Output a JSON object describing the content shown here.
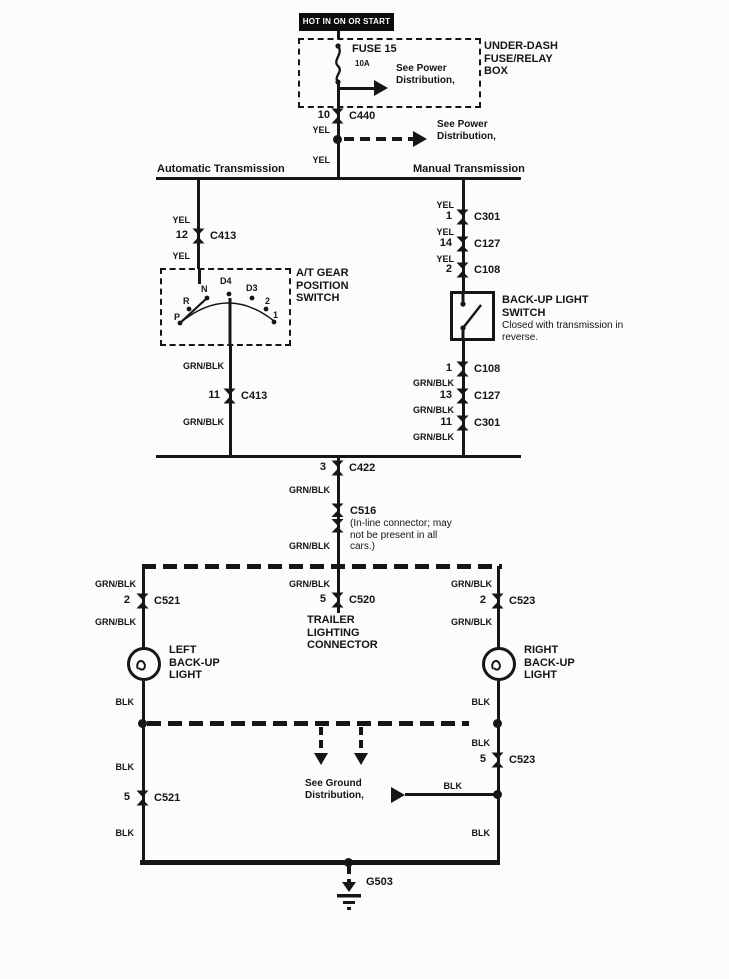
{
  "banner": {
    "text": "HOT IN ON OR START"
  },
  "fuse": {
    "name": "FUSE 15",
    "rating": "10A",
    "box_label": "UNDER-DASH FUSE/RELAY BOX"
  },
  "notes": {
    "see_power": "See Power Distribution,",
    "see_ground": "See Ground Distribution,"
  },
  "sections": {
    "left_title": "Automatic Transmission",
    "right_title": "Manual Transmission"
  },
  "wire_colors": {
    "yel": "YEL",
    "grn_blk": "GRN/BLK",
    "blk": "BLK"
  },
  "connectors": {
    "c440": {
      "pin": "10",
      "name": "C440"
    },
    "c413_top": {
      "pin": "12",
      "name": "C413"
    },
    "c413_bottom": {
      "pin": "11",
      "name": "C413"
    },
    "c301_top": {
      "pin": "1",
      "name": "C301"
    },
    "c127_top": {
      "pin": "14",
      "name": "C127"
    },
    "c108_top": {
      "pin": "2",
      "name": "C108"
    },
    "c108_bottom": {
      "pin": "1",
      "name": "C108"
    },
    "c127_bottom": {
      "pin": "13",
      "name": "C127"
    },
    "c301_bottom": {
      "pin": "11",
      "name": "C301"
    },
    "c422": {
      "pin": "3",
      "name": "C422"
    },
    "c516": {
      "name": "C516",
      "note": "(In-line connector; may not be present in all cars.)"
    },
    "c520": {
      "pin": "5",
      "name": "C520"
    },
    "c521_top": {
      "pin": "2",
      "name": "C521"
    },
    "c521_bottom": {
      "pin": "5",
      "name": "C521"
    },
    "c523_top": {
      "pin": "2",
      "name": "C523"
    },
    "c523_bottom": {
      "pin": "5",
      "name": "C523"
    }
  },
  "at_gear_switch": {
    "label": "A/T GEAR POSITION SWITCH",
    "positions": [
      "P",
      "R",
      "N",
      "D4",
      "D3",
      "2",
      "1"
    ]
  },
  "backup_light_switch": {
    "label": "BACK-UP LIGHT SWITCH",
    "note": "Closed with transmission in reverse."
  },
  "trailer_connector": {
    "label": "TRAILER LIGHTING CONNECTOR"
  },
  "left_light": {
    "label": "LEFT BACK-UP LIGHT"
  },
  "right_light": {
    "label": "RIGHT BACK-UP LIGHT"
  },
  "ground": {
    "name": "G503"
  }
}
